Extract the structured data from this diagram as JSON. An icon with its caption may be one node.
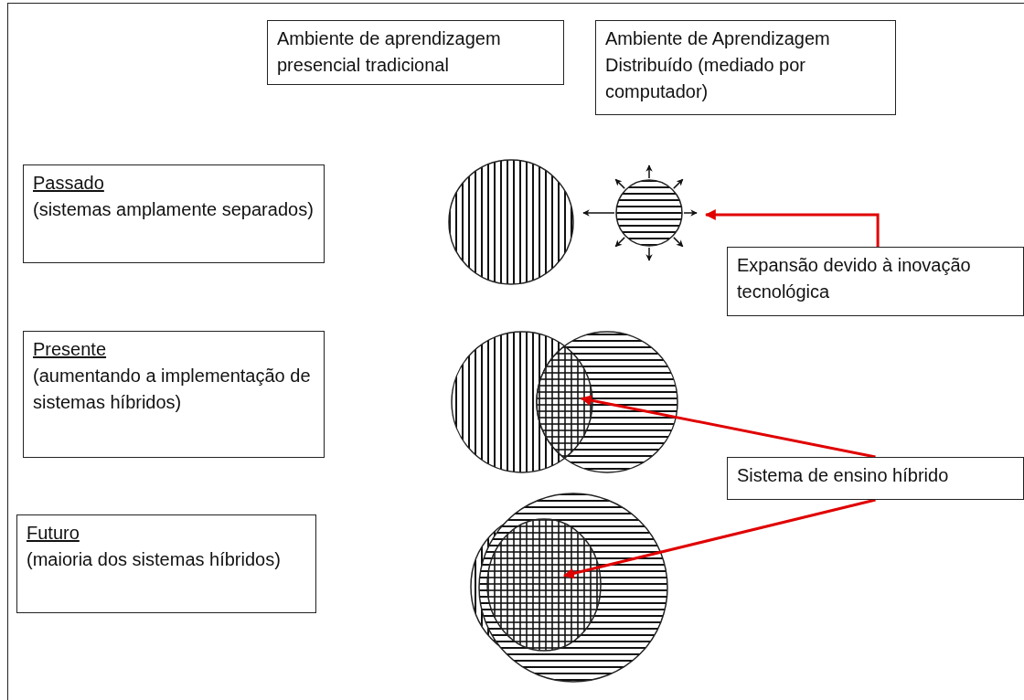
{
  "diagram": {
    "nodes": [
      {
        "text": [
          "Ambiente de aprendizagem presencial tradicional"
        ]
      },
      {
        "text": [
          "Ambiente de Aprendizagem Distribuído (mediado por computador)"
        ]
      },
      {
        "text": [
          "Passado",
          "(sistemas amplamente separados)"
        ]
      },
      {
        "text": [
          "Presente",
          "(aumentando a implementação de sistemas híbridos)"
        ]
      },
      {
        "text": [
          "Futuro",
          "(maioria dos sistemas híbridos)"
        ]
      },
      {
        "text": [
          "Expansão devido à inovação tecnológica"
        ]
      },
      {
        "text": [
          "Sistema de ensino híbrido"
        ]
      },
      {
        "text": [],
        "shape": "circle"
      },
      {
        "text": [],
        "shape": "circle"
      },
      {
        "text": [],
        "shape": "circle"
      }
    ],
    "edges": [
      {
        "from": 5,
        "to": 7,
        "arrow": "to",
        "color": "#e00000"
      },
      {
        "from": 6,
        "to": 8,
        "arrow": "to",
        "color": "#e00000"
      },
      {
        "from": 6,
        "to": 9,
        "arrow": "to",
        "color": "#e00000"
      }
    ]
  }
}
